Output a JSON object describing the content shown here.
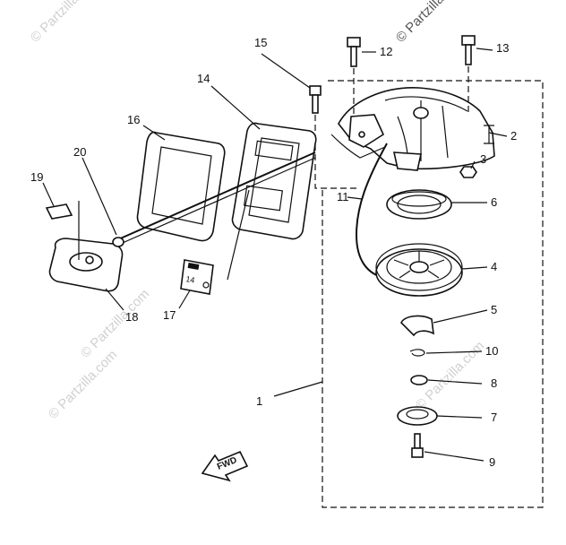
{
  "watermark": "© Partzilla.com",
  "fwd_label": "FWD",
  "tag_text": "14",
  "part_labels": {
    "p1": "1",
    "p2": "2",
    "p3": "3",
    "p4": "4",
    "p5": "5",
    "p6": "6",
    "p7": "7",
    "p8": "8",
    "p9": "9",
    "p10": "10",
    "p11": "11",
    "p12": "12",
    "p13": "13",
    "p14": "14",
    "p15": "15",
    "p16": "16",
    "p17": "17",
    "p18": "18",
    "p19": "19",
    "p20": "20"
  }
}
